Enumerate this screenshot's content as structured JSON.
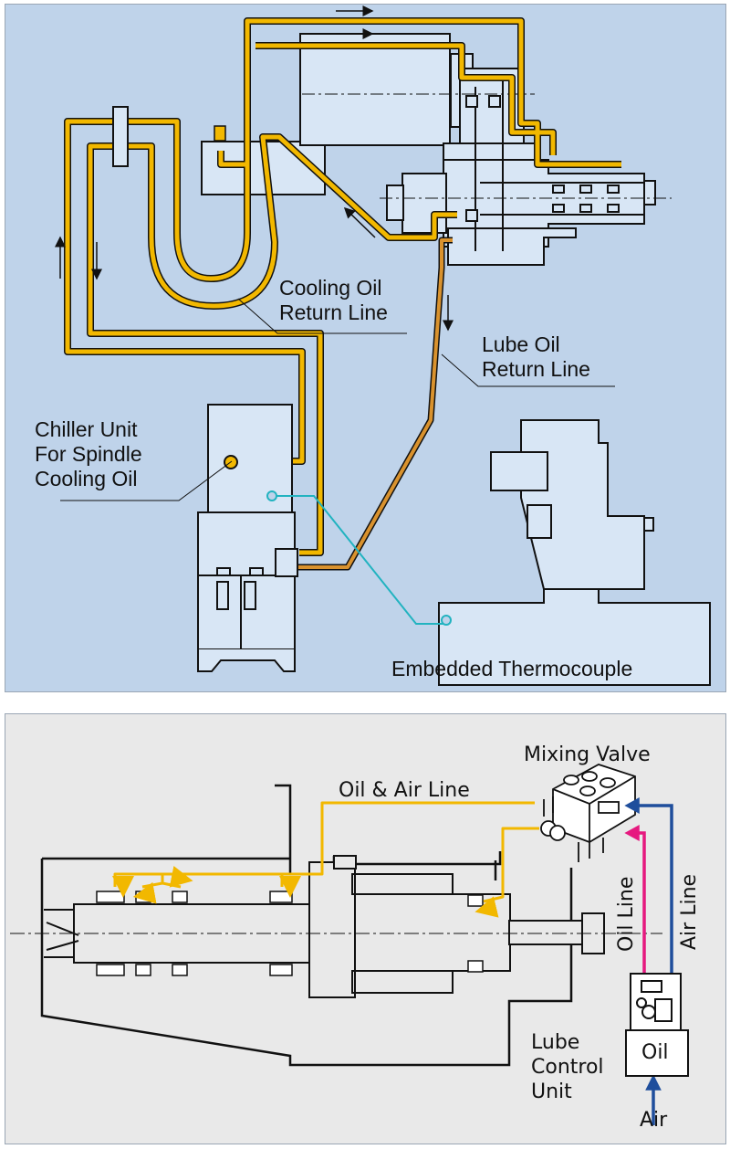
{
  "top_diagram": {
    "labels": {
      "cooling_oil_return_line": [
        "Cooling Oil",
        "Return Line"
      ],
      "lube_oil_return_line": [
        "Lube Oil",
        "Return Line"
      ],
      "chiller_unit": [
        "Chiller Unit",
        "For Spindle",
        "Cooling Oil"
      ],
      "embedded_thermocouple": "Embedded Thermocouple"
    }
  },
  "bottom_diagram": {
    "labels": {
      "mixing_valve": "Mixing Valve",
      "oil_air_line": "Oil & Air Line",
      "oil_line": "Oil Line",
      "air_line": "Air Line",
      "lube_control_unit": [
        "Lube",
        "Control",
        "Unit"
      ],
      "oil": "Oil",
      "air": "Air"
    }
  },
  "colors": {
    "top_background": "#bfd3ea",
    "bottom_background": "#e9e9e9",
    "machine_fill": "#d8e6f5",
    "cooling_oil_line": "#f2b800",
    "lube_oil_line": "#d9922e",
    "thermocouple_wire": "#22b3c0",
    "oil_air_line": "#f2b800",
    "oil_line": "#e6197f",
    "air_line": "#1f4e9c"
  }
}
